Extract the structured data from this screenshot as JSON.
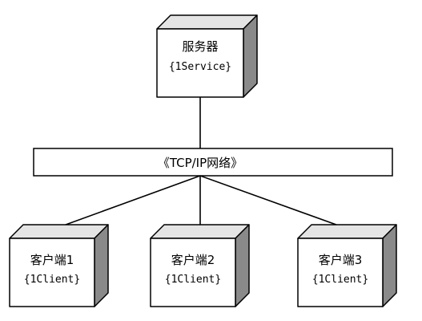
{
  "diagram": {
    "server": {
      "name": "服务器",
      "stereotype": "{1Service}"
    },
    "network": {
      "label": "《TCP/IP网络》"
    },
    "clients": [
      {
        "name": "客户端1",
        "stereotype": "{1Client}"
      },
      {
        "name": "客户端2",
        "stereotype": "{1Client}"
      },
      {
        "name": "客户端3",
        "stereotype": "{1Client}"
      }
    ]
  },
  "colors": {
    "background": "#ffffff",
    "outline": "#000000",
    "front_face": "#ffffff",
    "top_face": "#e4e4e4",
    "side_face": "#8a8a8a"
  }
}
